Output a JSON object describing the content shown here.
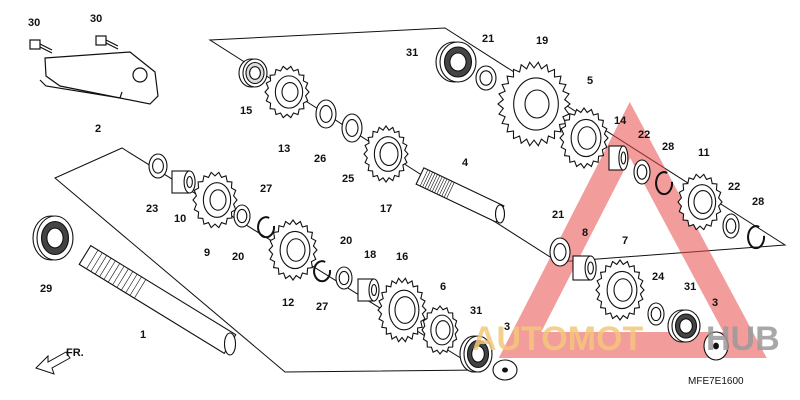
{
  "callouts": [
    "30",
    "30",
    "2",
    "15",
    "13",
    "26",
    "25",
    "17",
    "31",
    "21",
    "19",
    "5",
    "14",
    "22",
    "28",
    "11",
    "22",
    "28",
    "4",
    "23",
    "10",
    "9",
    "27",
    "20",
    "12",
    "20",
    "27",
    "18",
    "16",
    "6",
    "31",
    "3",
    "21",
    "8",
    "7",
    "24",
    "31",
    "3",
    "29",
    "1"
  ],
  "direction_label": "FR.",
  "diagram_code": "MFE7E1600",
  "watermark": {
    "text_left": "AUTOMOT",
    "text_right": "HUB",
    "color_left": "#f4c77a",
    "color_right": "#9a9a9a",
    "triangle_color": "#e94a4a"
  },
  "line_color": "#111111"
}
